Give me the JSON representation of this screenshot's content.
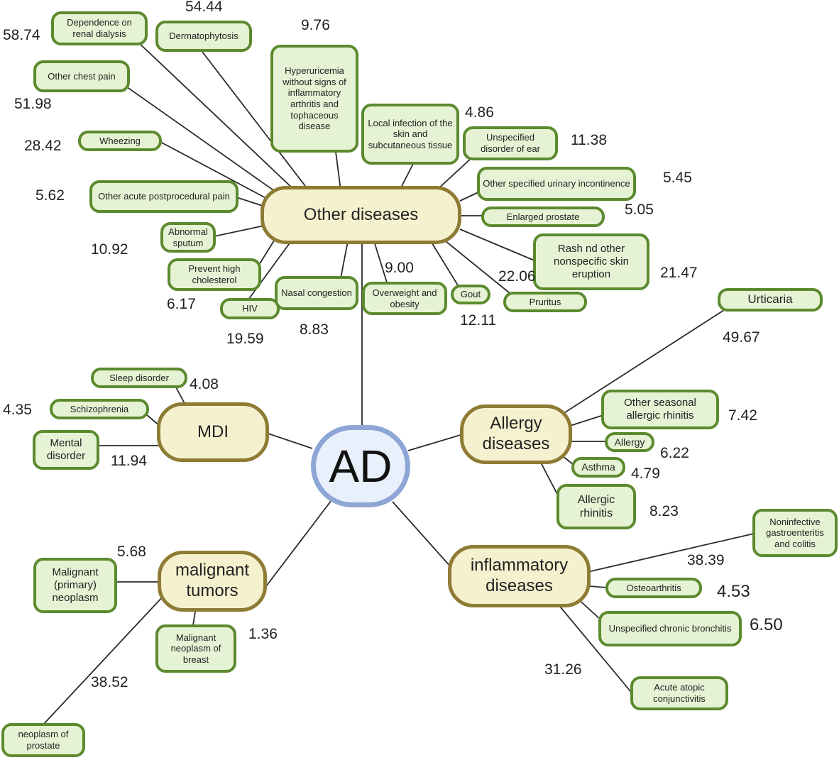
{
  "root": "AD",
  "categories": {
    "other": "Other diseases",
    "mdi": "MDI",
    "allergy": "Allergy diseases",
    "malignant": "malignant tumors",
    "inflammatory": "inflammatory diseases"
  },
  "nodes": {
    "dependence_dialysis": "Dependence on renal dialysis",
    "dermatophytosis": "Dermatophytosis",
    "hyperuricemia": "Hyperuricemia without signs of inflammatory arthritis and tophaceous disease",
    "local_infection": "Local infection of the skin and subcutaneous tissue",
    "unspecified_ear": "Unspecified disorder of ear",
    "other_chest_pain": "Other chest pain",
    "wheezing": "Wheezing",
    "postprocedural_pain": "Other acute postprocedural pain",
    "abnormal_sputum": "Abnormal sputum",
    "high_cholesterol": "Prevent high cholesterol",
    "hiv": "HIV",
    "nasal_congestion": "Nasal congestion",
    "overweight": "Overweight and obesity",
    "gout": "Gout",
    "pruritus": "Pruritus",
    "rash": "Rash nd other nonspecific skin eruption",
    "enlarged_prostate": "Enlarged prostate",
    "urinary_incontinence": "Other specified urinary incontinence",
    "urticaria": "Urticaria",
    "seasonal_rhinitis": "Other seasonal allergic rhinitis",
    "allergy": "Allergy",
    "asthma": "Asthma",
    "allergic_rhinitis": "Allergic rhinitis",
    "sleep_disorder": "Sleep disorder",
    "schizophrenia": "Schizophrenia",
    "mental_disorder": "Mental disorder",
    "malignant_neoplasm": "Malignant (primary) neoplasm",
    "breast_neoplasm": "Malignant neoplasm of breast",
    "prostate_neoplasm": "neoplasm of prostate",
    "gastroenteritis": "Noninfective gastroenteritis and colitis",
    "osteoarthritis": "Osteoarthritis",
    "chronic_bronchitis": "Unspecified chronic bronchitis",
    "atopic_conjunctivitis": "Acute atopic conjunctivitis"
  },
  "values": {
    "dependence_dialysis": "58.74",
    "dermatophytosis": "54.44",
    "hyperuricemia": "9.76",
    "other_chest_pain": "51.98",
    "wheezing": "28.42",
    "postprocedural_pain": "5.62",
    "abnormal_sputum": "10.92",
    "high_cholesterol": "6.17",
    "hiv": "19.59",
    "nasal_congestion": "8.83",
    "overweight": "9.00",
    "gout": "12.11",
    "pruritus": "22.06",
    "rash": "21.47",
    "enlarged_prostate": "5.05",
    "urinary_incontinence": "5.45",
    "unspecified_ear": "11.38",
    "local_infection": "4.86",
    "urticaria": "49.67",
    "seasonal_rhinitis": "7.42",
    "allergy": "6.22",
    "asthma": "4.79",
    "allergic_rhinitis": "8.23",
    "sleep_disorder": "4.08",
    "schizophrenia": "4.35",
    "mental_disorder": "11.94",
    "malignant_neoplasm": "5.68",
    "breast_neoplasm": "1.36",
    "prostate_neoplasm": "38.52",
    "gastroenteritis": "38.39",
    "osteoarthritis": "4.53",
    "chronic_bronchitis": "6.50",
    "atopic_conjunctivitis": "31.26"
  },
  "colors": {
    "root_border": "#8ea6d6",
    "category_border": "#8e7b34",
    "leaf_border": "#5c8a2e",
    "leaf_fill": "#e6f2d4"
  }
}
